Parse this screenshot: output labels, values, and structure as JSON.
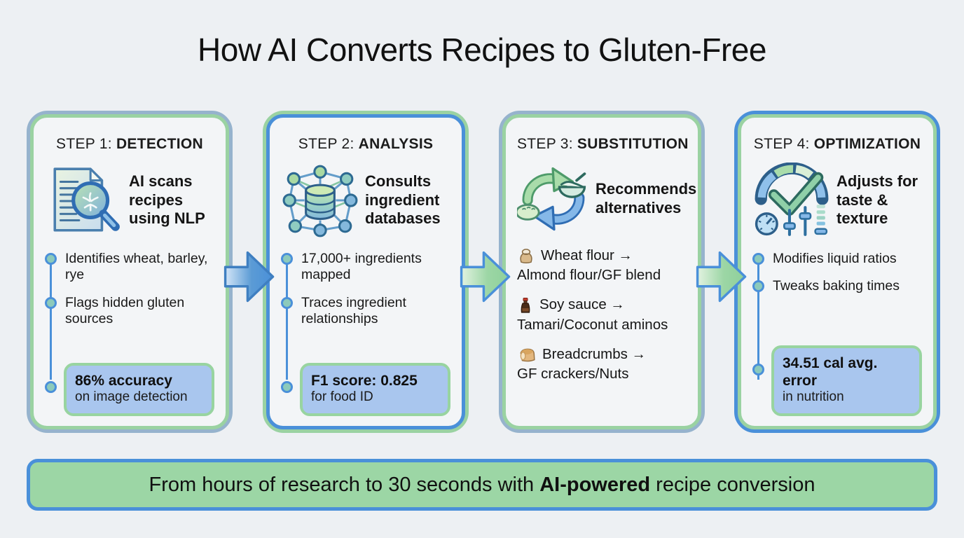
{
  "title": "How AI Converts Recipes to Gluten-Free",
  "steps": [
    {
      "label": "STEP 1:",
      "name": "DETECTION",
      "icon": "document-scan-magnifier-icon",
      "summary": "AI scans recipes using NLP",
      "bullets": [
        "Identifies wheat, barley, rye",
        "Flags hidden gluten sources"
      ],
      "highlight_bold": "86% accuracy",
      "highlight_text": "on image detection"
    },
    {
      "label": "STEP 2:",
      "name": "ANALYSIS",
      "icon": "database-network-icon",
      "summary": "Consults ingredient databases",
      "bullets": [
        "17,000+ ingredients mapped",
        "Traces ingredient relationships"
      ],
      "highlight_bold": "F1 score: 0.825",
      "highlight_text": "for food ID"
    },
    {
      "label": "STEP 3:",
      "name": "SUBSTITUTION",
      "icon": "cycle-arrows-food-icon",
      "summary": "Recommends alternatives",
      "substitutions": [
        {
          "icon": "flour-sack-icon",
          "from": "Wheat flour →",
          "to": "Almond flour/GF blend"
        },
        {
          "icon": "soy-sauce-bottle-icon",
          "from": "Soy sauce →",
          "to": "Tamari/Coconut aminos"
        },
        {
          "icon": "bread-loaf-icon",
          "from": "Breadcrumbs →",
          "to": "GF crackers/Nuts"
        }
      ]
    },
    {
      "label": "STEP 4:",
      "name": "OPTIMIZATION",
      "icon": "gauge-check-sliders-icon",
      "summary": "Adjusts for taste & texture",
      "bullets": [
        "Modifies liquid ratios",
        "Tweaks baking times"
      ],
      "highlight_bold": "34.51 cal avg. error",
      "highlight_text": "in nutrition"
    }
  ],
  "footer": {
    "prefix": "From hours of research to 30 seconds with ",
    "bold": "AI-powered",
    "suffix": " recipe conversion"
  },
  "colors": {
    "background": "#edf0f3",
    "card_background": "#f3f5f7",
    "border_blue": "#4a90d9",
    "border_blue_muted": "#96b3cd",
    "border_green": "#9ad2a2",
    "highlight_fill": "#a9c6ee",
    "highlight_border": "#98d4a0",
    "footer_fill": "#9cd6a5",
    "footer_border": "#4a90d9",
    "arrow_blue": "#5b9bd5",
    "arrow_green": "#9cd6a5",
    "bullet_ring": "#4a90d9",
    "bullet_fill": "#8ccabb",
    "text": "#161616"
  }
}
